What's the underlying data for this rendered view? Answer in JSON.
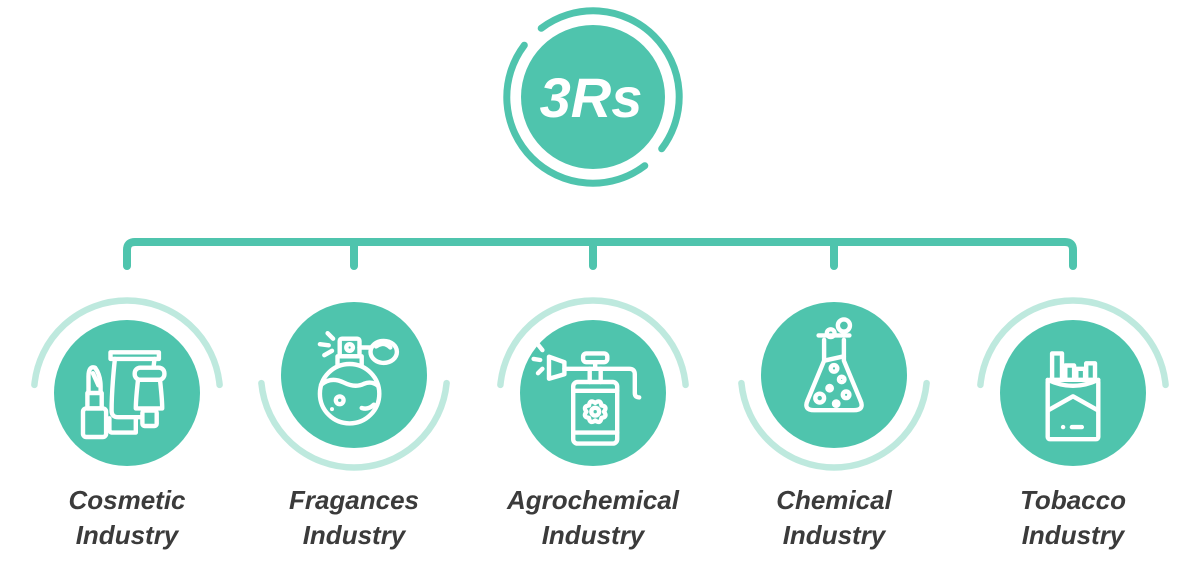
{
  "hub": {
    "label": "3Rs"
  },
  "colors": {
    "teal": "#4FC4AD",
    "light_teal": "#BEE9DE",
    "text_dark": "#3B3B3B",
    "icon_stroke": "#FFFFFF"
  },
  "industries": [
    {
      "id": "cosmetic",
      "line1": "Cosmetic",
      "line2": "Industry",
      "icon": "lipstick-and-cream-tubes-icon",
      "arc_position": "top"
    },
    {
      "id": "fragances",
      "line1": "Fragances",
      "line2": "Industry",
      "icon": "perfume-atomizer-icon",
      "arc_position": "bottom"
    },
    {
      "id": "agrochemical",
      "line1": "Agrochemical",
      "line2": "Industry",
      "icon": "pressure-sprayer-icon",
      "arc_position": "top"
    },
    {
      "id": "chemical",
      "line1": "Chemical",
      "line2": "Industry",
      "icon": "erlenmeyer-flask-icon",
      "arc_position": "bottom"
    },
    {
      "id": "tobacco",
      "line1": "Tobacco",
      "line2": "Industry",
      "icon": "cigarette-pack-icon",
      "arc_position": "top"
    }
  ]
}
